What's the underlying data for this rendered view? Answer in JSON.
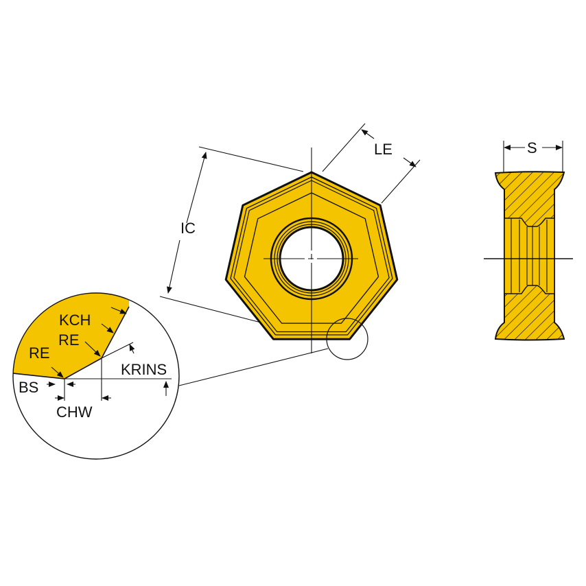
{
  "colors": {
    "insert_fill": "#F5C400",
    "line": "#111111",
    "background": "#FFFFFF"
  },
  "labels": {
    "ic": "IC",
    "le": "LE",
    "s": "S",
    "kch": "KCH",
    "re_upper": "RE",
    "re_lower": "RE",
    "krins": "KRINS",
    "bs": "BS",
    "chw": "CHW"
  }
}
